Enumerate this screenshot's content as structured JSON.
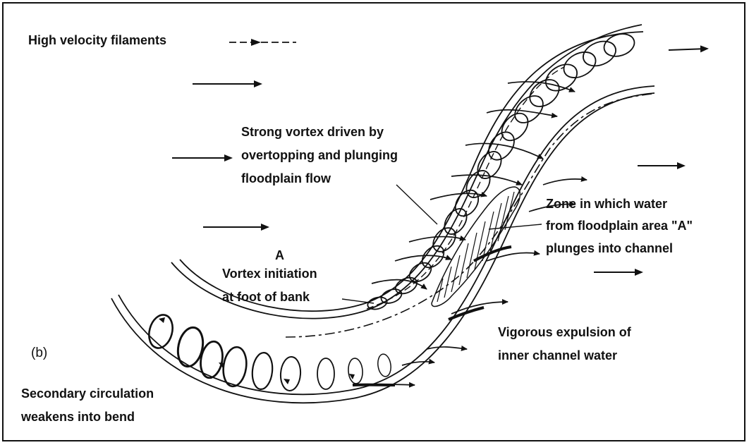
{
  "figure": {
    "panel_label": "(b)",
    "point_label": "A",
    "labels": {
      "high_velocity": "High velocity filaments",
      "strong_vortex": [
        "Strong vortex driven by",
        "overtopping and plunging",
        "floodplain flow"
      ],
      "zone": [
        "Zone in which water",
        "from floodplain area \"A\"",
        "plunges into channel"
      ],
      "vortex_initiation": [
        "Vortex initiation",
        "at foot of bank"
      ],
      "expulsion": [
        "Vigorous expulsion of",
        "inner channel water"
      ],
      "secondary": [
        "Secondary circulation",
        "weakens into bend"
      ]
    }
  }
}
